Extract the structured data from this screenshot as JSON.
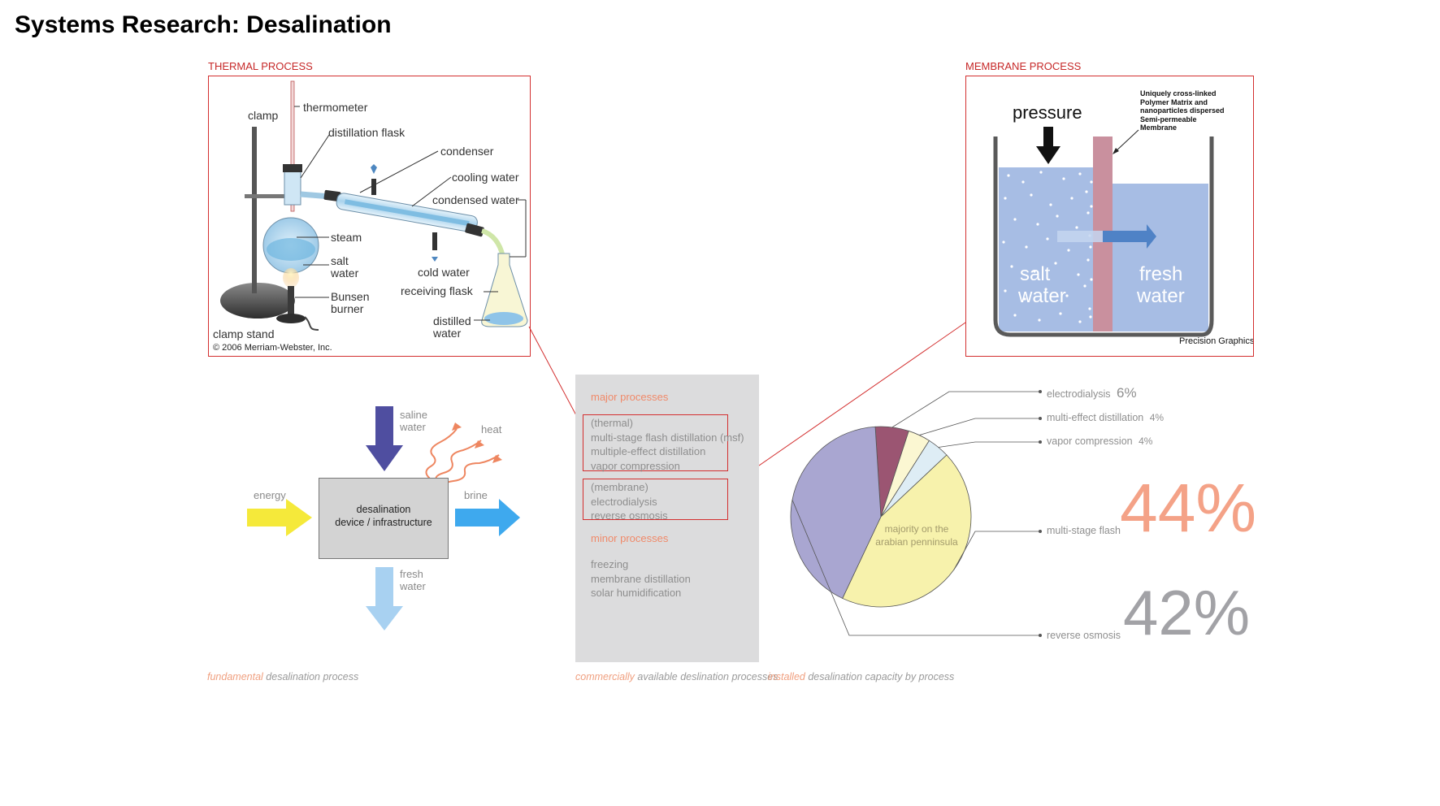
{
  "title": "Systems Research: Desalination",
  "thermal": {
    "label": "THERMAL PROCESS",
    "labels": {
      "clamp": "clamp",
      "thermometer": "thermometer",
      "flask": "distillation flask",
      "condenser": "condenser",
      "cooling": "cooling water",
      "condensed": "condensed water",
      "steam": "steam",
      "salt1": "salt",
      "salt2": "water",
      "bunsen1": "Bunsen",
      "bunsen2": "burner",
      "cold": "cold water",
      "receiving": "receiving flask",
      "distilled1": "distilled",
      "distilled2": "water",
      "stand": "clamp stand",
      "copyright": "© 2006 Merriam-Webster, Inc."
    }
  },
  "membrane": {
    "label": "MEMBRANE PROCESS",
    "pressure": "pressure",
    "note1": "Uniquely cross-linked",
    "note2": "Polymer Matrix and",
    "note3": "nanoparticles dispersed",
    "note4": "Semi-permeable",
    "note5": "Membrane",
    "salt1": "salt",
    "salt2": "water",
    "fresh1": "fresh",
    "fresh2": "water",
    "credit": "Precision Graphics"
  },
  "fundamental": {
    "saline1": "saline",
    "saline2": "water",
    "heat": "heat",
    "energy": "energy",
    "brine": "brine",
    "device1": "desalination",
    "device2": "device / infrastructure",
    "fresh1": "fresh",
    "fresh2": "water",
    "caption_hl": "fundamental",
    "caption_rest": " desalination process",
    "colors": {
      "saline": "#4f4ea0",
      "energy": "#f5e93a",
      "brine": "#3ea9ee",
      "fresh": "#a8d1f1",
      "heat": "#ee8660"
    }
  },
  "processes": {
    "major": "major processes",
    "thermal": [
      "(thermal)",
      "multi-stage flash distillation (msf)",
      "multiple-effect distillation",
      "vapor compression"
    ],
    "membrane": [
      "(membrane)",
      "electrodialysis",
      "reverse osmosis"
    ],
    "minor": "minor processes",
    "minor_items": [
      "freezing",
      "membrane distillation",
      "solar humidification"
    ],
    "caption_hl": "commercially",
    "caption_rest": " available deslination processes"
  },
  "pie": {
    "inner1": "majority on the",
    "inner2": "arabian penninsula",
    "big_msf": "44%",
    "big_ro": "42%",
    "caption_hl": "installed",
    "caption_rest": " desalination capacity by process"
  },
  "chart_data": {
    "type": "pie",
    "series": [
      {
        "name": "electrodialysis",
        "label": "6%",
        "value": 6,
        "color": "#9b5572"
      },
      {
        "name": "multi-effect distillation",
        "label": "4%",
        "value": 4,
        "color": "#fbf7d2"
      },
      {
        "name": "vapor compression",
        "label": "4%",
        "value": 4,
        "color": "#deedf5"
      },
      {
        "name": "multi-stage flash",
        "label": "44%",
        "value": 44,
        "color": "#f7f2ac"
      },
      {
        "name": "reverse osmosis",
        "label": "42%",
        "value": 42,
        "color": "#a9a6d1"
      }
    ]
  }
}
